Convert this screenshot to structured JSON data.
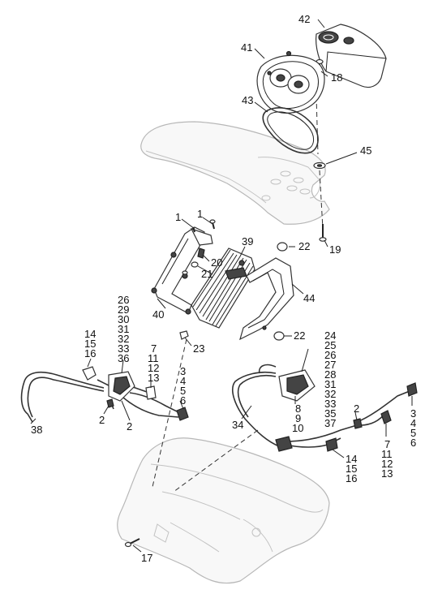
{
  "callouts": {
    "c1a": "1",
    "c1b": "1",
    "c2a": "2",
    "c2b": "2",
    "c2c": "2",
    "c17": "17",
    "c18": "18",
    "c19": "19",
    "c20": "20",
    "c21": "21",
    "c22a": "22",
    "c22b": "22",
    "c23": "23",
    "c34": "34",
    "c38": "38",
    "c39": "39",
    "c40": "40",
    "c41": "41",
    "c42": "42",
    "c43": "43",
    "c44": "44",
    "c45": "45"
  },
  "callout_stacks": {
    "s_left_top": [
      "26",
      "29",
      "30",
      "31",
      "32",
      "33",
      "36"
    ],
    "s_left_harness": [
      "14",
      "15",
      "16"
    ],
    "s_left_mid": [
      "7",
      "11",
      "12",
      "13"
    ],
    "s_left_right": [
      "3",
      "4",
      "5",
      "6"
    ],
    "s_right_top": [
      "24",
      "25",
      "26",
      "27",
      "28",
      "31",
      "32",
      "33",
      "35",
      "37"
    ],
    "s_right_mid": [
      "8",
      "9",
      "10"
    ],
    "s_right_harness": [
      "14",
      "15",
      "16"
    ],
    "s_right_conn": [
      "7",
      "11",
      "12",
      "13"
    ],
    "s_right_edge": [
      "3",
      "4",
      "5",
      "6"
    ]
  }
}
